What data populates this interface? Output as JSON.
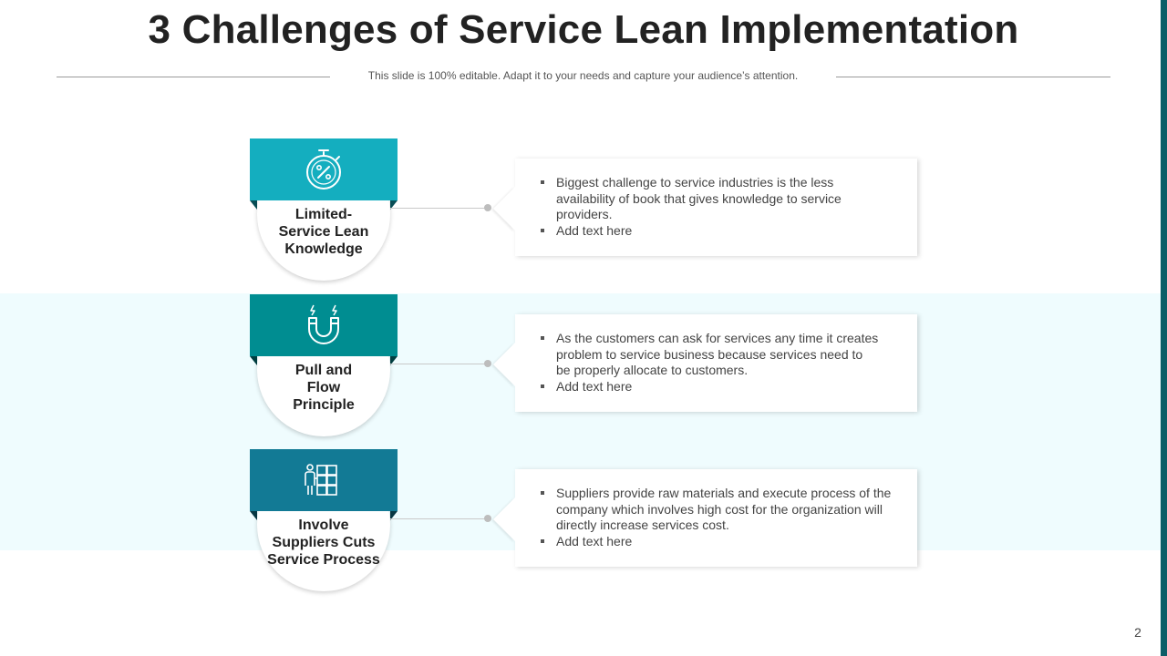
{
  "slide": {
    "title": "3 Challenges of Service Lean Implementation",
    "subtitle": "This slide is 100% editable. Adapt it to your needs and capture your audience’s attention.",
    "page_number": "2"
  },
  "colors": {
    "row1_header": "#14aebf",
    "row2_header": "#008d91",
    "row3_header": "#127a95",
    "band": "#effcfe",
    "right_bar": "#0c5e68"
  },
  "rows": [
    {
      "icon": "stopwatch-percent-icon",
      "label_lines": [
        "Limited-",
        "Service Lean",
        "Knowledge"
      ],
      "bullets": [
        [
          "Biggest challenge to service industries is the less",
          "availability  of book that gives knowledge to service",
          "providers."
        ],
        [
          "Add text here"
        ]
      ]
    },
    {
      "icon": "magnet-icon",
      "label_lines": [
        "Pull and",
        "Flow",
        "Principle"
      ],
      "bullets": [
        [
          "As the customers can ask for services any time it creates",
          "problem to service business because services need to",
          "be properly allocate to customers."
        ],
        [
          "Add text here"
        ]
      ]
    },
    {
      "icon": "supplier-boxes-icon",
      "label_lines": [
        "Involve",
        "Suppliers Cuts",
        "Service Process"
      ],
      "bullets": [
        [
          "Suppliers provide raw materials and execute process of the",
          "company which involves high cost for the organization will",
          "directly increase services cost."
        ],
        [
          "Add text here"
        ]
      ]
    }
  ]
}
